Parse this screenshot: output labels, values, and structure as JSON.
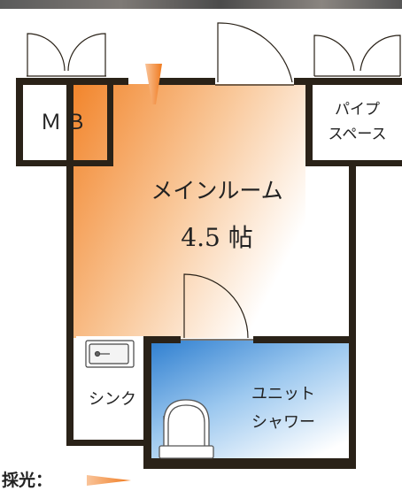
{
  "plan": {
    "mb_label": "ＭＢ",
    "pipe_space_label": "パイプ\nスペース",
    "main_room_name": "メインルーム",
    "main_room_size": "4.5 帖",
    "sink_label": "シンク",
    "unit_shower_label": "ユニット\nシャワー",
    "legend_label": "採光："
  },
  "colors": {
    "main_room_gradient_from": "#f2842a",
    "main_room_gradient_to": "#ffffff",
    "shower_gradient_from": "#2f7fd0",
    "shower_gradient_to": "#ffffff",
    "arrow": "#f07a1e",
    "wall": "#2a2218"
  }
}
